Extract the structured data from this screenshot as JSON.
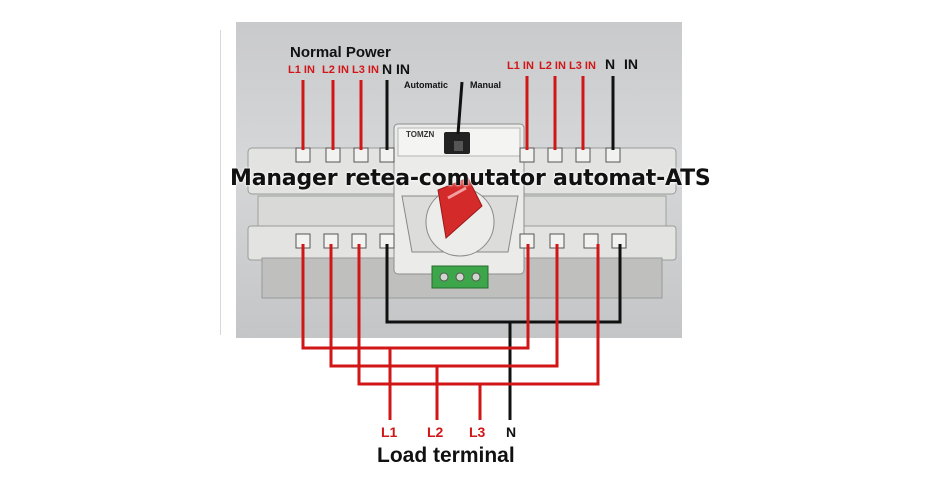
{
  "title": "Manager retea-comutator automat-ATS",
  "normal_power": {
    "heading": "Normal Power",
    "inputs": [
      "L1 IN",
      "L2 IN",
      "L3 IN",
      "N IN"
    ]
  },
  "backup_power": {
    "inputs": [
      "L1 IN",
      "L2 IN",
      "L3 IN",
      "N",
      "IN"
    ]
  },
  "switch": {
    "automatic_label": "Automatic",
    "manual_label": "Manual",
    "brand": "TOMZN"
  },
  "load": {
    "heading": "Load terminal",
    "outputs": [
      "L1",
      "L2",
      "L3",
      "N"
    ]
  },
  "colors": {
    "phase_wire": "#d01616",
    "neutral_wire": "#111111",
    "device_body": "#e2e3e1",
    "handle": "#d42a2a"
  }
}
